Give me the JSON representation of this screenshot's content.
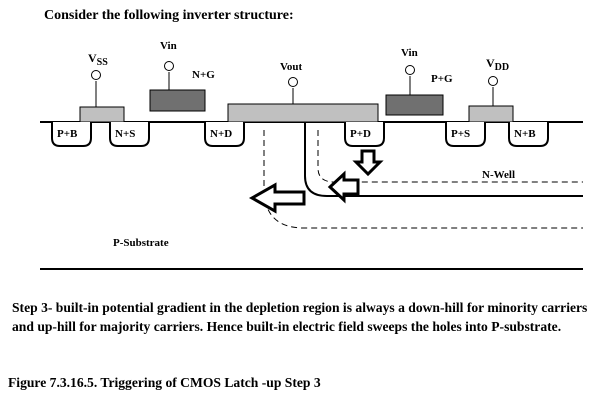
{
  "heading": "Consider the following inverter structure:",
  "labels": {
    "vss": "V",
    "vss_sub": "SS",
    "vdd": "V",
    "vdd_sub": "DD",
    "vin_left": "Vin",
    "vin_right": "Vin",
    "vout": "Vout",
    "ng": "N+G",
    "pg": "P+G",
    "pb": "P+B",
    "ns": "N+S",
    "nd": "N+D",
    "pd": "P+D",
    "ps": "P+S",
    "nb": "N+B",
    "nwell": "N-Well",
    "psub": "P-Substrate"
  },
  "step_text": "Step 3- built-in potential gradient in the depletion region is always a down-hill for minority carriers and up-hill for majority carriers. Hence built-in electric field sweeps the holes into P-substrate.",
  "caption": "Figure 7.3.16.5. Triggering of CMOS Latch -up  Step 3",
  "colors": {
    "metal": "#c0c0c0",
    "gate": "#707070",
    "line": "#000000"
  }
}
